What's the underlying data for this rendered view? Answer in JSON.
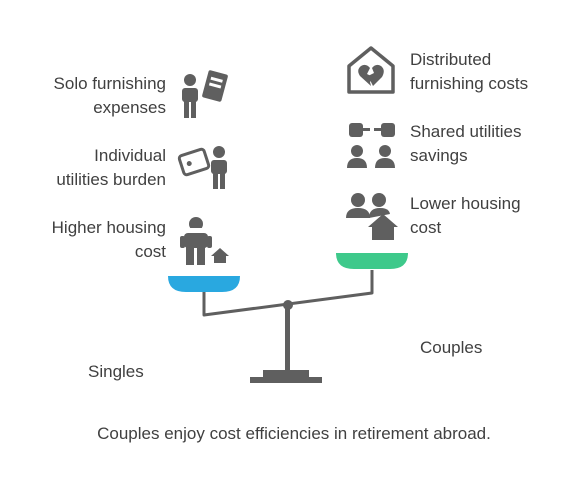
{
  "left_side": {
    "group_label": "Singles",
    "pan_color": "#29a8e0",
    "items": [
      {
        "text": "Solo furnishing\nexpenses",
        "icon": "person-with-bill-icon"
      },
      {
        "text": "Individual\nutilities burden",
        "icon": "wallet-with-person-icon"
      },
      {
        "text": "Higher housing\ncost",
        "icon": "person-with-house-icon"
      }
    ]
  },
  "right_side": {
    "group_label": "Couples",
    "pan_color": "#3ec98b",
    "items": [
      {
        "text": "Distributed\nfurnishing costs",
        "icon": "house-with-broken-heart-icon"
      },
      {
        "text": "Shared utilities\nsavings",
        "icon": "couple-with-plug-icon"
      },
      {
        "text": "Lower housing\ncost",
        "icon": "couple-with-house-icon"
      }
    ]
  },
  "caption": "Couples enjoy cost efficiencies in retirement abroad.",
  "colors": {
    "text": "#404040",
    "icon": "#5f5f5f",
    "scale": "#5f5f5f"
  }
}
